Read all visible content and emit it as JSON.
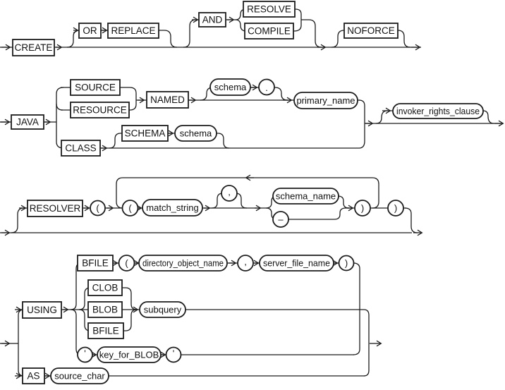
{
  "colors": {
    "line": "#1c1c1c",
    "background": "#ffffff",
    "text": "#111111"
  },
  "row1": {
    "create": "CREATE",
    "or": "OR",
    "replace": "REPLACE",
    "and": "AND",
    "resolve": "RESOLVE",
    "compile": "COMPILE",
    "noforce": "NOFORCE"
  },
  "row2": {
    "java": "JAVA",
    "source": "SOURCE",
    "resource": "RESOURCE",
    "named": "NAMED",
    "schema": "schema",
    "dot": ".",
    "primary_name": "primary_name",
    "class_kw": "CLASS",
    "schema_kw": "SCHEMA",
    "schema2": "schema",
    "invoker_rights_clause": "invoker_rights_clause"
  },
  "row3": {
    "resolver": "RESOLVER",
    "lparen_outer": "(",
    "lparen_inner": "(",
    "match_string": "match_string",
    "comma": ",",
    "schema_name": "schema_name",
    "dash": "–",
    "rparen_inner": ")",
    "rparen_outer": ")"
  },
  "row4": {
    "using": "USING",
    "bfile_file": "BFILE",
    "lparen": "(",
    "directory_object_name": "directory_object_name",
    "comma": ",",
    "server_file_name": "server_file_name",
    "rparen": ")",
    "clob": "CLOB",
    "blob": "BLOB",
    "bfile_lob": "BFILE",
    "subquery": "subquery",
    "quote_open": "'",
    "key_for_blob": "key_for_BLOB",
    "quote_close": "'",
    "as_kw": "AS",
    "source_char": "source_char"
  }
}
